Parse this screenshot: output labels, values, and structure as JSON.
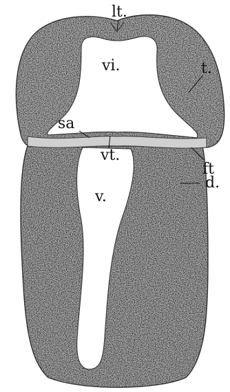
{
  "figure": {
    "labels": {
      "lt": "lt.",
      "t": "t.",
      "vi": "vi.",
      "sa": "sa",
      "vt": "vt.",
      "ft": "ft",
      "v": "v.",
      "d": "d."
    },
    "colors": {
      "tissue": "#9a9a9a",
      "tissue_dark": "#7d7d7d",
      "cavity": "#ffffff",
      "outline": "#3a3a3a",
      "ink": "#111111"
    }
  }
}
